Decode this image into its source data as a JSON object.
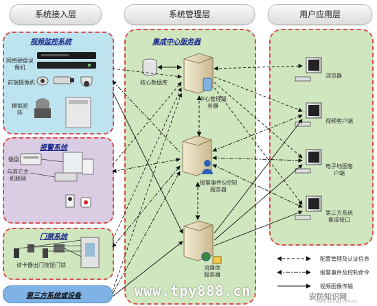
{
  "layers": {
    "access": "系统接入层",
    "management": "系统管理层",
    "application": "用户应用层"
  },
  "video": {
    "title": "视频监控系统",
    "nvr_label": "网络硬盘录像机",
    "camera_label": "前端摄像机",
    "matrix_label": "模拟矩阵"
  },
  "alarm": {
    "title": "报警系统",
    "keyboard_label": "键盘",
    "network_label": "与其它主机联网"
  },
  "access_control": {
    "title": "门禁系统",
    "devices_label": "读卡器出门按钮门锁"
  },
  "third_party": {
    "title": "第三方系统或设备"
  },
  "center": {
    "title": "集成中心服务器",
    "core_db": "核心数据库",
    "management_server": "中心管理服务器",
    "alarm_server": "报警事件&控制服务器",
    "stream_server": "流媒体服务器"
  },
  "clients": {
    "browser": "浏览器",
    "video_client": "视频客户端",
    "map_client": "电子地图客户端",
    "third_party_interface": "第三方系统集成接口"
  },
  "legend": {
    "config": "配置管理及认证信息",
    "alarm": "报警事件及控制命令",
    "video": "视频图像传输"
  },
  "watermark": {
    "url": "www.tpy888.cn",
    "site": "安防知识网",
    "site_url": "www.asmag.com.cn"
  },
  "colors": {
    "column_fill": "#cfe6bf",
    "video_fill": "#bde3ef",
    "alarm_fill": "#d9cce3",
    "access_fill": "#cfe6bf",
    "third_fill": "#7fb2e5",
    "dashed_border": "#d84d4d"
  }
}
